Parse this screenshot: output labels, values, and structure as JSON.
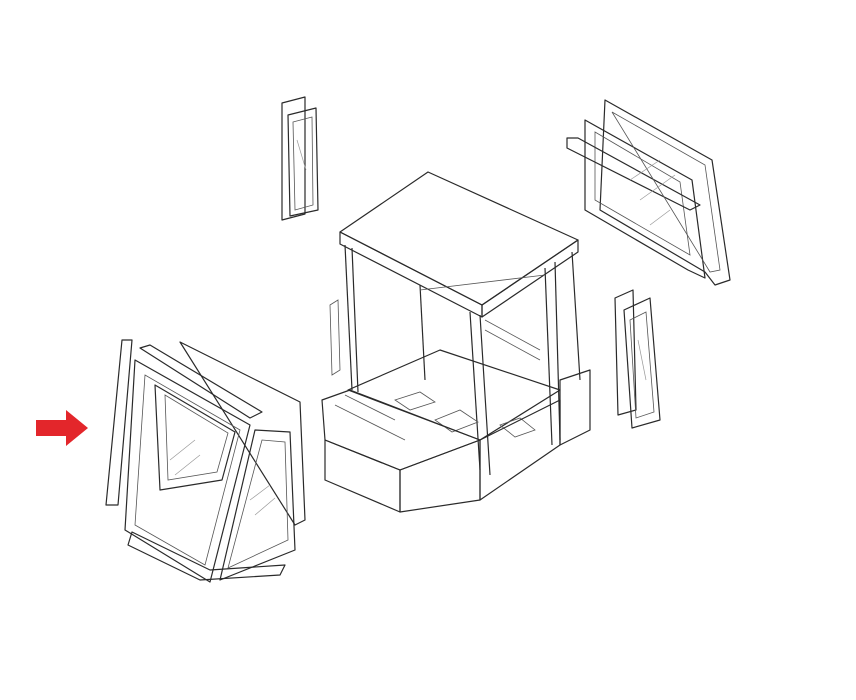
{
  "diagram": {
    "kind": "exploded cab glass parts drawing",
    "parts": [
      "front-windshield-assembly",
      "upper-left-glass-strip",
      "cab-body",
      "right-side-window",
      "right-rear-glass-strips"
    ],
    "highlight": {
      "part": "front-windshield-assembly",
      "marker": "arrow-icon",
      "color": "#e3262b"
    },
    "line_color": "#2a2a2a",
    "background": "#ffffff"
  }
}
